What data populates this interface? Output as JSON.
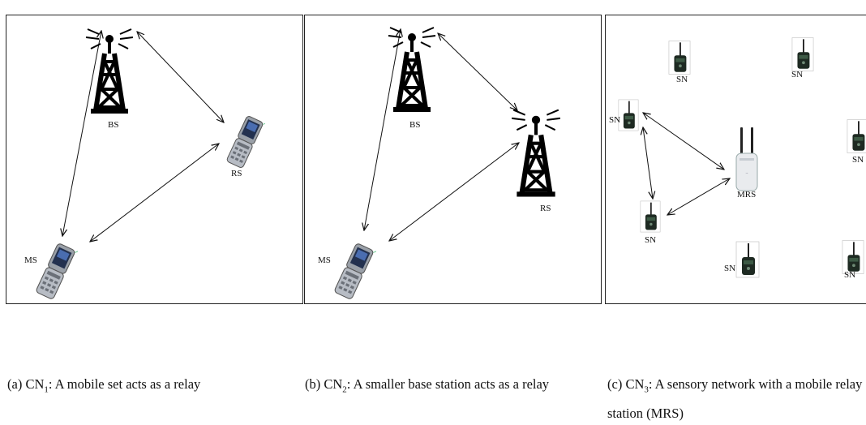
{
  "panels": {
    "a": {
      "labels": {
        "bs": "BS",
        "rs": "RS",
        "ms": "MS"
      },
      "caption": {
        "prefix": "(a) CN",
        "sub": "1",
        "text": ": A mobile set acts as a relay"
      }
    },
    "b": {
      "labels": {
        "bs": "BS",
        "rs": "RS",
        "ms": "MS"
      },
      "caption": {
        "prefix": "(b) CN",
        "sub": "2",
        "text": ": A smaller base station acts as a relay"
      }
    },
    "c": {
      "labels": {
        "sn1": "SN",
        "sn2": "SN",
        "sn3": "SN",
        "sn4": "SN",
        "sn5": "SN",
        "sn6": "SN",
        "sn7": "SN",
        "mrs": "MRS"
      },
      "caption": {
        "prefix": "(c) CN",
        "sub": "3",
        "text": ": A sensory network with a mobile relay station (MRS)"
      }
    }
  },
  "icons": [
    "tower-icon",
    "mobile-phone-icon",
    "sensor-node-icon",
    "router-icon",
    "double-arrow-icon"
  ]
}
